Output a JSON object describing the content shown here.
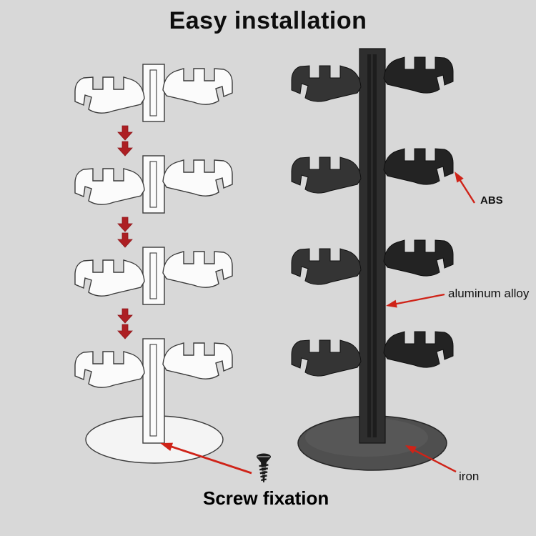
{
  "title": "Easy installation",
  "annotations": {
    "abs": "ABS",
    "aluminum_alloy": "aluminum alloy",
    "iron": "iron",
    "screw_fixation": "Screw fixation"
  },
  "colors": {
    "background": "#d8d8d8",
    "annotation_arrow_red": "#cf2318",
    "assembly_arrow_red": "#ad1f23",
    "stand_dark": "#2a2a2a",
    "base_gray": "#4f4f4f"
  },
  "icons": {
    "assembly_arrow": "down-arrow-icon",
    "screw": "screw-icon",
    "pointer": "annotation-arrow-icon"
  }
}
